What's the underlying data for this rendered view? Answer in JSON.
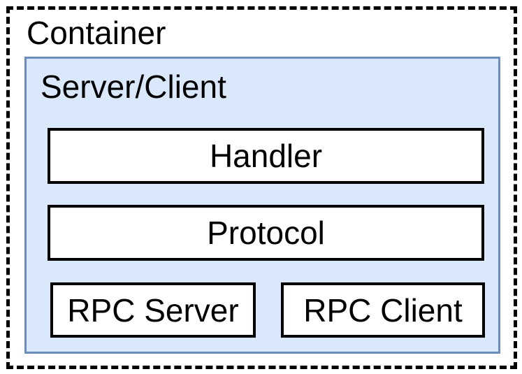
{
  "diagram": {
    "container": {
      "label": "Container"
    },
    "server_client": {
      "label": "Server/Client"
    },
    "nodes": [
      {
        "id": "handler",
        "label": "Handler"
      },
      {
        "id": "protocol",
        "label": "Protocol"
      },
      {
        "id": "rpc_server",
        "label": "RPC Server"
      },
      {
        "id": "rpc_client",
        "label": "RPC Client"
      }
    ]
  },
  "colors": {
    "outer_border": "#000000",
    "panel_fill": "#dae8fc",
    "panel_border": "#6c8ebf",
    "box_fill": "#ffffff",
    "box_border": "#000000",
    "text": "#000000"
  }
}
